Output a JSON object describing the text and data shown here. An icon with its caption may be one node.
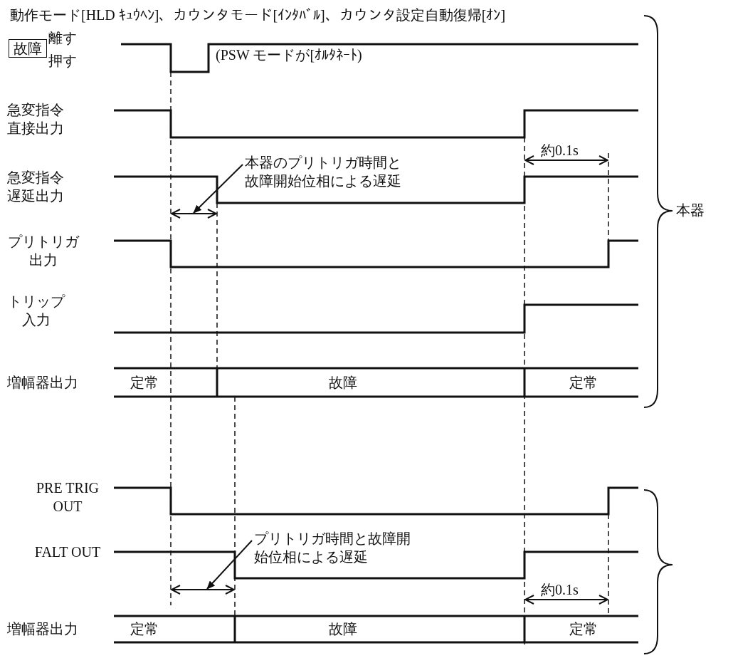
{
  "diagram": {
    "title": "動作モード[HLD ｷｭｳﾍﾝ]、カウンタモード[ｲﾝﾀﾊﾞﾙ]、カウンタ設定自動復帰[ｵﾝ]",
    "nodes": [
      {
        "text": [
          "故障"
        ]
      },
      {
        "text": [
          "本器のプリトリガ時間と故障開始位相による遅延"
        ]
      },
      {
        "text": [
          "プリトリガ時間と故障開始位相による遅延"
        ]
      }
    ],
    "edges": [
      {
        "from": 1,
        "to": null,
        "arrow": "to"
      },
      {
        "from": 2,
        "to": null,
        "arrow": "to"
      }
    ],
    "labels": [
      "離す",
      "押す",
      "(PSW モードが[ｵﾙﾀﾈｰﾄ)",
      "急変指令直接出力",
      "約0.1s",
      "急変指令遅延出力",
      "本器",
      "プリトリガ出力",
      "トリップ入力",
      "増幅器出力",
      "定常",
      "故障",
      "定常",
      "PRE TRIG OUT",
      "FALT OUT",
      "約0.1s",
      "増幅器出力",
      "定常",
      "故障",
      "定常"
    ]
  }
}
